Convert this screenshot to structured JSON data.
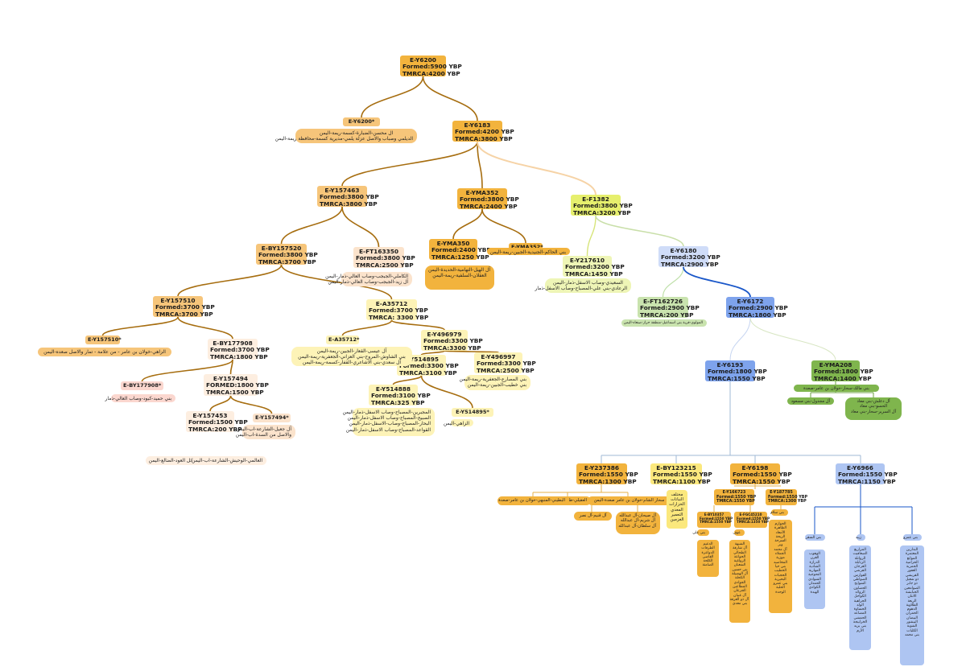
{
  "colors": {
    "orange_dark": "#f2b33d",
    "orange_mid": "#f6c57a",
    "orange_light": "#f8d4a8",
    "peach": "#fbe3cc",
    "peach_light": "#fdeee0",
    "pink_light": "#fbd7cf",
    "yellow": "#fbe87d",
    "yellow_light": "#fdf3b7",
    "lime": "#e6ef6d",
    "lime_light": "#eef5b6",
    "green": "#7fb54d",
    "green_light": "#c9e3ae",
    "blue_light": "#cfdcf8",
    "blue": "#7ea3ec",
    "blue_mid": "#aec5f2",
    "brown_line": "#a66d0f",
    "blue_line": "#1a57c9",
    "grey_line": "#9fb8d6"
  },
  "nodes": [
    {
      "id": "Y6200",
      "lines": [
        "E-Y6200",
        "Formed:5900 YBP",
        "TMRCA:4200 YBP"
      ]
    },
    {
      "id": "Y6200s",
      "lines": [
        "E-Y6200*"
      ]
    },
    {
      "id": "Y6183",
      "lines": [
        "E-Y6183",
        "Formed:4200 YBP",
        "TMRCA:3800 YBP"
      ]
    },
    {
      "id": "Y157463",
      "lines": [
        "E-Y157463",
        "Formed:3800 YBP",
        "TMRCA:3800 YBP"
      ]
    },
    {
      "id": "YMA352",
      "lines": [
        "E-YMA352",
        "Formed:3800 YBP",
        "TMRCA:2400 YBP"
      ]
    },
    {
      "id": "F1382",
      "lines": [
        "E-F1382",
        "Formed:3800 YBP",
        "TMRCA:3200 YBP"
      ]
    },
    {
      "id": "BY157520",
      "lines": [
        "E-BY157520",
        "Formed:3800 YBP",
        "TMRCA:3700 YBP"
      ]
    },
    {
      "id": "FT163350",
      "lines": [
        "E-FT163350",
        "Formed:3800 YBP",
        "TMRCA:2500 YBP"
      ]
    },
    {
      "id": "YMA350",
      "lines": [
        "E-YMA350",
        "Formed:2400 YBP",
        "TMRCA:1250 YBP"
      ]
    },
    {
      "id": "YMA352s",
      "lines": [
        "E-YMA352*"
      ]
    },
    {
      "id": "Y217610",
      "lines": [
        "E-Y217610",
        "Formed:3200 YBP",
        "TMRCA:1450 YBP"
      ]
    },
    {
      "id": "Y6180",
      "lines": [
        "E-Y6180",
        "Formed:3200 YBP",
        "TMRCA:2900 YBP"
      ]
    },
    {
      "id": "Y157510",
      "lines": [
        "E-Y157510",
        "Formed:3700 YBP",
        "TMRCA:3700 YBP"
      ]
    },
    {
      "id": "A35712",
      "lines": [
        "E-A35712",
        "Formed:3700 YBP",
        "TMRCA: 3300 YBP"
      ]
    },
    {
      "id": "FT162726",
      "lines": [
        "E-FT162726",
        "Formed:2900 YBP",
        "TMRCA:200 YBP"
      ]
    },
    {
      "id": "Y6172",
      "lines": [
        "E-Y6172",
        "Formed:2900 YBP",
        "TMRCA:1800 YBP"
      ]
    },
    {
      "id": "Y157510s",
      "lines": [
        "E-Y157510*"
      ]
    },
    {
      "id": "BY177908",
      "lines": [
        "E-BY177908",
        "Formed:3700 YBP",
        "TMRCA:1800 YBP"
      ]
    },
    {
      "id": "A35712s",
      "lines": [
        "E-A35712*"
      ]
    },
    {
      "id": "Y496979",
      "lines": [
        "E-Y496979",
        "Formed:3300 YBP",
        "TMRCA:3300 YBP"
      ]
    },
    {
      "id": "Y514895",
      "lines": [
        "E-Y514895",
        "Formed:3300 YBP",
        "TMRCA:3100 YBP"
      ]
    },
    {
      "id": "Y496997",
      "lines": [
        "E-Y496997",
        "Formed:3300 YBP",
        "TMRCA:2500 YBP"
      ]
    },
    {
      "id": "Y6193",
      "lines": [
        "E-Y6193",
        "Formed:1800 YBP",
        "TMRCA:1550 YBP"
      ]
    },
    {
      "id": "YMA208",
      "lines": [
        "E-YMA208",
        "Formed:1800 YBP",
        "TMRCA:1400 YBP"
      ]
    },
    {
      "id": "BY177908s",
      "lines": [
        "E-BY177908*"
      ]
    },
    {
      "id": "Y157494",
      "lines": [
        "E-Y157494",
        "FORMED:1800 YBP",
        "TMRCA:1500 YBP"
      ]
    },
    {
      "id": "Y514888",
      "lines": [
        "E-Y514888",
        "Formed:3100 YBP",
        "TMRCA:325 YBP"
      ]
    },
    {
      "id": "Y514895s",
      "lines": [
        "E-Y514895*"
      ]
    },
    {
      "id": "Y157453",
      "lines": [
        "E-Y157453",
        "Formed:1500 YBP",
        "TMRCA:200 YBP"
      ]
    },
    {
      "id": "Y157494s",
      "lines": [
        "E-Y157494*"
      ]
    },
    {
      "id": "Y237386",
      "lines": [
        "E-Y237386",
        "Formed:1550 YBP",
        "TMRCA:1300 YBP"
      ]
    },
    {
      "id": "BY123215",
      "lines": [
        "E-BY123215",
        "Formed:1550 YBP",
        "TMRCA:1100 YBP"
      ]
    },
    {
      "id": "Y6198",
      "lines": [
        "E-Y6198",
        "Formed:1550 YBP",
        "TMRCA:1550 YBP"
      ]
    },
    {
      "id": "Y6966",
      "lines": [
        "E-Y6966",
        "Formed:1550 YBP",
        "TMRCA:1150 YBP"
      ]
    },
    {
      "id": "Y166723",
      "lines": [
        "E-Y166723",
        "Formed:1550 YBP",
        "TMRCA:1550 YBP"
      ]
    },
    {
      "id": "Y187785",
      "lines": [
        "E-Y187785",
        "Formed:1550 YBP",
        "TMRCA:1300 YBP"
      ]
    },
    {
      "id": "BY10357",
      "lines": [
        "E-BY10357",
        "Formed:1550 YBP",
        "TMRCA:1550 YBP"
      ]
    },
    {
      "id": "FGC45210",
      "lines": [
        "E-FGC45210",
        "Formed:1550 YBP",
        "TMRCA:1350 YBP"
      ]
    }
  ],
  "labels": [
    {
      "id": "L_Y6200s",
      "lines": [
        "ال محسن-الضبارة-كسمة-ريمة-اليمن",
        "الديلمي وصباب والاصل عزلة يلمي-مديرية كسمة-محافظة ريمة-اليمن"
      ]
    },
    {
      "id": "L_FT163350",
      "lines": [
        "الكاملي-الجبجب-وصاب العالي-ذمار-اليمن",
        "آل زيد-الجبجب-وصاب العالي-ذمار-اليمن"
      ]
    },
    {
      "id": "L_YMA350",
      "lines": [
        "آل الهيل-التهامية-الحديدة-اليمن",
        "العقلان-السلفية-ريمة-اليمن"
      ]
    },
    {
      "id": "L_YMA352s",
      "lines": [
        "بني الحاكم-الجنيدية-الجبين-ريمة-اليمن"
      ]
    },
    {
      "id": "L_Y217610",
      "lines": [
        "السعيدي-وصاب الاسفل-ذمار-اليمن",
        "الرعادي-بني علي-المصباح-وصاب الاسفل-ذمار"
      ]
    },
    {
      "id": "L_FT162726",
      "lines": [
        "المولوي-قرية بني اسماعيل-منطقة حراز-صنعاء-اليمن"
      ]
    },
    {
      "id": "L_Y157510s",
      "lines": [
        "الزاهي-خولان بن عامر - من علامة - تمار والاصل صعده-اليمن"
      ]
    },
    {
      "id": "L_A35712s",
      "lines": [
        "آل عيسى-القعار-الجبين-ريمة-اليمن",
        "بني الشاوش-المروح-بني العزاني-الجعفرية-ريمة-اليمن",
        "آل سعدي-بني الاشاعري-القفار-كسمة-ريمة-اليمن"
      ]
    },
    {
      "id": "L_Y496997",
      "lines": [
        "بني المصارع-الجعفرية-ريمة-اليمن",
        "بني خطيب-الجبين-ريمة-اليمن"
      ]
    },
    {
      "id": "L_YMA208",
      "lines": [
        "بني مالك-سحار-خولان بن عامر-صعدة"
      ]
    },
    {
      "id": "L_BY177908s",
      "lines": [
        "بني حميد-كبود-وصاب العالي-ذمار"
      ]
    },
    {
      "id": "L_Y514888",
      "lines": [
        "المجبرين-المصباح-وصاب الاسفل-ذمار-اليمن",
        "الصبيح-المصباح-وصاب الاسفل-ذمار-اليمن",
        "البحار-المصباح-وصاب-الاسفل-ذمار-اليمن",
        "القواعد-المصباح-وصاب الاسفل-ذمار-اليمن"
      ]
    },
    {
      "id": "L_Y514895s",
      "lines": [
        "الزاهي-اليمن"
      ]
    },
    {
      "id": "L_Y157494s",
      "lines": [
        "آل جعيل-الشارعة-اب-اليمن",
        "والاصل من السدة-اب-اليمن"
      ]
    },
    {
      "id": "L_Y157453a",
      "lines": [
        "البرعي-قبائل العود-الضالع-اليمن"
      ]
    },
    {
      "id": "L_Y157453b",
      "lines": [
        "العالمي-الوحيش-الشارعة-اب-اليمن"
      ]
    },
    {
      "id": "L_YMA208a",
      "lines": [
        "آل مجدول-بني مسعود"
      ]
    },
    {
      "id": "L_YMA208b",
      "lines": [
        "آل دعلش-بني معاذ",
        "الحسو-بني معاذ",
        "آل السرير-سحار-بني معاذ"
      ]
    },
    {
      "id": "L_Y237386a",
      "lines": [
        "سحار الشام-خولان بن عامر صعدة-اليمن"
      ]
    },
    {
      "id": "L_Y237386b",
      "lines": [
        "العقيلي-ظهران الجنوب"
      ]
    },
    {
      "id": "L_Y237386c",
      "lines": [
        "البطيني-المنبهي-خولان بن عامر-صعدة"
      ]
    },
    {
      "id": "L_Y237386d",
      "lines": [
        "آل قنيم-آل نصر"
      ]
    },
    {
      "id": "L_Y237386e",
      "lines": [
        "آل صيحان-آل عبدالله",
        "آل شريم-آل عبدالله",
        "آل سلطان-آل عبدالله"
      ]
    },
    {
      "id": "L_BY123215",
      "lines": [
        "مختلف",
        "النباتات",
        "الخزارات",
        "المعدي",
        "التعمير",
        "الغزمين"
      ]
    },
    {
      "id": "L_BY10357hdr",
      "lines": [
        "بني علي"
      ]
    },
    {
      "id": "L_BY10357",
      "lines": [
        "الدعيم",
        "الطرفات",
        "الدواعرة",
        "القاضي",
        "الكلحة",
        "الصامتة"
      ]
    },
    {
      "id": "L_FGC45210hdr",
      "lines": [
        "عوف"
      ]
    },
    {
      "id": "L_FGC45210",
      "lines": [
        "الشبهة",
        "آل شارفة",
        "الطحالي",
        "الحواعة",
        "الرواغبة",
        "الشعبان",
        "بني حسين",
        "آل الهضيلة",
        "الكحلة",
        "الجوادي",
        "المطاعين",
        "الجرعان",
        "آل غبيان",
        "آل ذو العرفة",
        "بني معدي"
      ]
    },
    {
      "id": "L_Y187785hdr",
      "lines": [
        "بني سلام"
      ]
    },
    {
      "id": "L_Y187785",
      "lines": [
        "الحوازم",
        "الظاهرة",
        "الأمعاد",
        "الريحة",
        "السرحة",
        "وبر",
        "آل محمد",
        "الجملاء",
        "موزية",
        "المخاضيد",
        "بني حيا",
        "الخطيب",
        "الحجبات",
        "البحيرية",
        "بني عمرو",
        "الحلبة",
        "الوحدة"
      ]
    },
    {
      "id": "L_Y6966hdr1",
      "lines": [
        "بني السقر"
      ]
    },
    {
      "id": "L_Y6966col1",
      "lines": [
        "الوهوب",
        "القرن",
        "الدرازة",
        "الشادية",
        "المهارية",
        "النحوجية",
        "الشوادي",
        "الحمدان",
        "الكوادي",
        "الهيدة"
      ]
    },
    {
      "id": "L_Y6966hdr2",
      "lines": [
        "زبيد"
      ]
    },
    {
      "id": "L_Y6966col2",
      "lines": [
        "المزاربع",
        "الصعافيت",
        "الروانلة",
        "الزنابلة",
        "العرجان",
        "القرشي",
        "الفوارس",
        "الصواطي",
        "الشوايح",
        "الحصاون",
        "الزوائد",
        "الكواحل",
        "الحراهية",
        "الولد",
        "الحساوة",
        "المصاعد",
        "الحمشي",
        "الخرابيجة",
        "بني يزيد",
        "الأرم"
      ]
    },
    {
      "id": "L_Y6966hdr3",
      "lines": [
        "بني عمرو"
      ]
    },
    {
      "id": "L_Y6966col3",
      "lines": [
        "البدارين",
        "المعتمرة",
        "الموانع",
        "الحرامية",
        "الحمرية",
        "العفور",
        "القريشي",
        "ذو شعبل",
        "ذو جابر",
        "الصوامعين",
        "الحبابشة",
        "الاثنان",
        "الريعة",
        "الطلاوية",
        "الدهوم",
        "الحمران",
        "البيضان",
        "البيشور",
        "الشوبة",
        "الكلبات",
        "بني محمد"
      ]
    }
  ]
}
